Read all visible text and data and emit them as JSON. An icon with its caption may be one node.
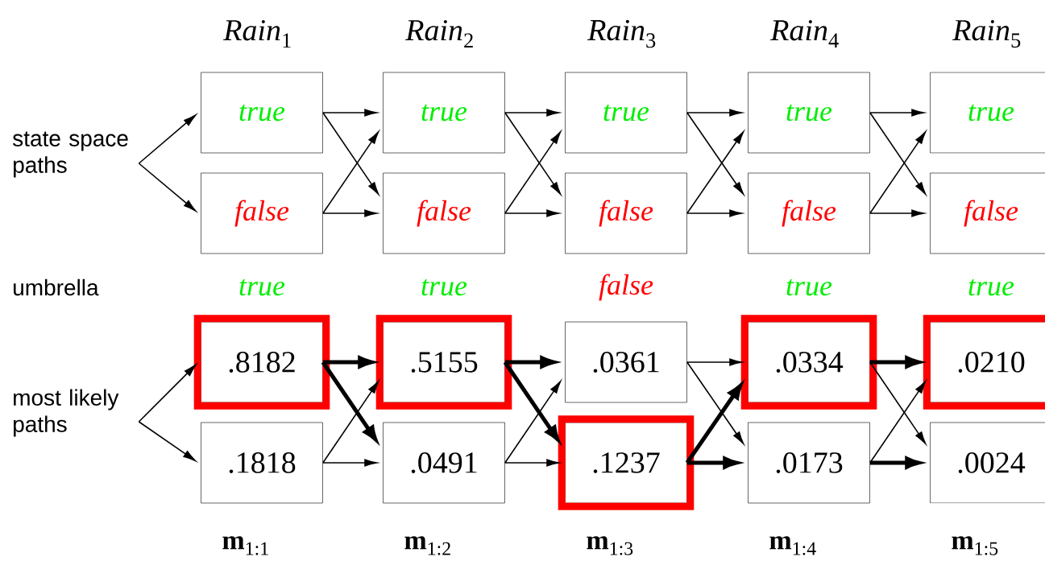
{
  "diagram": {
    "nodes": [
      {
        "text": [
          "state space paths"
        ]
      },
      {
        "text": [
          "true"
        ]
      },
      {
        "text": [
          "false"
        ]
      },
      {
        "text": [
          "true"
        ]
      },
      {
        "text": [
          "false"
        ]
      },
      {
        "text": [
          "true"
        ]
      },
      {
        "text": [
          "false"
        ]
      },
      {
        "text": [
          "true"
        ]
      },
      {
        "text": [
          "false"
        ]
      },
      {
        "text": [
          "true"
        ]
      },
      {
        "text": [
          "false"
        ]
      },
      {
        "text": [
          "most likely paths"
        ]
      },
      {
        "text": [
          ".8182"
        ]
      },
      {
        "text": [
          ".1818"
        ]
      },
      {
        "text": [
          ".5155"
        ]
      },
      {
        "text": [
          ".0491"
        ]
      },
      {
        "text": [
          ".0361"
        ]
      },
      {
        "text": [
          ".1237"
        ]
      },
      {
        "text": [
          ".0334"
        ]
      },
      {
        "text": [
          ".0173"
        ]
      },
      {
        "text": [
          ".0210"
        ]
      },
      {
        "text": [
          ".0024"
        ]
      }
    ],
    "edges": [
      {
        "from": 0,
        "to": 1,
        "arrow": "to"
      },
      {
        "from": 0,
        "to": 2,
        "arrow": "to"
      },
      {
        "from": 1,
        "to": 3,
        "arrow": "to"
      },
      {
        "from": 1,
        "to": 4,
        "arrow": "to"
      },
      {
        "from": 2,
        "to": 3,
        "arrow": "to"
      },
      {
        "from": 2,
        "to": 4,
        "arrow": "to"
      },
      {
        "from": 3,
        "to": 5,
        "arrow": "to"
      },
      {
        "from": 3,
        "to": 6,
        "arrow": "to"
      },
      {
        "from": 4,
        "to": 5,
        "arrow": "to"
      },
      {
        "from": 4,
        "to": 6,
        "arrow": "to"
      },
      {
        "from": 5,
        "to": 7,
        "arrow": "to"
      },
      {
        "from": 5,
        "to": 8,
        "arrow": "to"
      },
      {
        "from": 6,
        "to": 7,
        "arrow": "to"
      },
      {
        "from": 6,
        "to": 8,
        "arrow": "to"
      },
      {
        "from": 7,
        "to": 9,
        "arrow": "to"
      },
      {
        "from": 7,
        "to": 10,
        "arrow": "to"
      },
      {
        "from": 8,
        "to": 9,
        "arrow": "to"
      },
      {
        "from": 8,
        "to": 10,
        "arrow": "to"
      },
      {
        "from": 11,
        "to": 12,
        "arrow": "to"
      },
      {
        "from": 11,
        "to": 13,
        "arrow": "to"
      },
      {
        "from": 12,
        "to": 14,
        "arrow": "to",
        "style": "thick"
      },
      {
        "from": 12,
        "to": 15,
        "arrow": "to",
        "style": "thick"
      },
      {
        "from": 13,
        "to": 14,
        "arrow": "to"
      },
      {
        "from": 13,
        "to": 15,
        "arrow": "to"
      },
      {
        "from": 14,
        "to": 16,
        "arrow": "to",
        "style": "thick"
      },
      {
        "from": 14,
        "to": 17,
        "arrow": "to",
        "style": "thick"
      },
      {
        "from": 15,
        "to": 16,
        "arrow": "to"
      },
      {
        "from": 15,
        "to": 17,
        "arrow": "to"
      },
      {
        "from": 16,
        "to": 18,
        "arrow": "to"
      },
      {
        "from": 16,
        "to": 19,
        "arrow": "to"
      },
      {
        "from": 17,
        "to": 18,
        "arrow": "to",
        "style": "thick"
      },
      {
        "from": 17,
        "to": 19,
        "arrow": "to",
        "style": "thick"
      },
      {
        "from": 18,
        "to": 20,
        "arrow": "to",
        "style": "thick"
      },
      {
        "from": 18,
        "to": 21,
        "arrow": "to"
      },
      {
        "from": 19,
        "to": 20,
        "arrow": "to"
      },
      {
        "from": 19,
        "to": 21,
        "arrow": "to",
        "style": "thick"
      }
    ],
    "labels": [
      "*Rain*$_{1}$",
      "*Rain*$_{2}$",
      "*Rain*$_{3}$",
      "*Rain*$_{4}$",
      "*Rain*$_{5}$",
      "umbrella",
      "true",
      "true",
      "false",
      "true",
      "true",
      "**m**$_{1:1}$",
      "**m**$_{1:2}$",
      "**m**$_{1:3}$",
      "**m**$_{1:4}$",
      "**m**$_{1:5}$"
    ]
  }
}
